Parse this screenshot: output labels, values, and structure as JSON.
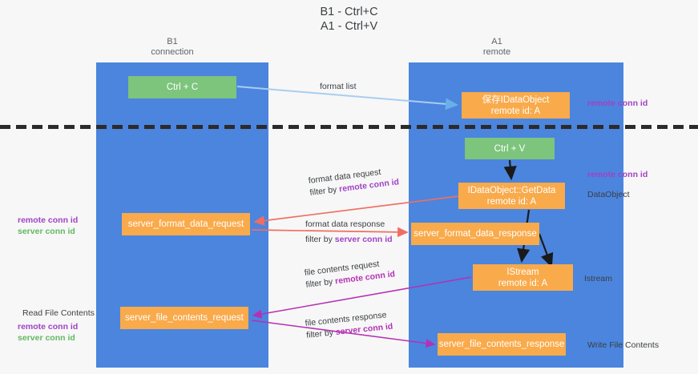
{
  "title": {
    "line1": "B1 - Ctrl+C",
    "line2": "A1 - Ctrl+V"
  },
  "columns": [
    {
      "name": "B1",
      "subtitle": "connection"
    },
    {
      "name": "A1",
      "subtitle": "remote"
    }
  ],
  "colors": {
    "lane": "#4b85de",
    "node_orange": "#f9aa4b",
    "node_green": "#7dc47d",
    "remote_conn_id": "#a142c4",
    "server_conn_id": "#63b863",
    "arrow_blue": "#a9cdf0",
    "arrow_red": "#ef6e62",
    "arrow_magenta": "#b530b5",
    "arrow_black": "#1a1a1a",
    "divider": "#2b2b2b",
    "background": "#f7f7f7"
  },
  "nodes": {
    "ctrl_c": {
      "label": "Ctrl + C"
    },
    "save_idataobject": {
      "line1": "保存IDataObject",
      "line2": "remote id: A"
    },
    "ctrl_v": {
      "label": "Ctrl + V"
    },
    "getdata": {
      "line1": "IDataObject::GetData",
      "line2": "remote id: A"
    },
    "server_format_data_response": {
      "label": "server_format_data_response"
    },
    "istream": {
      "line1": "IStream",
      "line2": "remote id: A"
    },
    "server_file_contents_response": {
      "label": "server_file_contents_response"
    },
    "server_format_data_request": {
      "label": "server_format_data_request"
    },
    "server_file_contents_request": {
      "label": "server_file_contents_request"
    }
  },
  "edge_labels": {
    "format_list": "format list",
    "format_data_request": {
      "line1": "format data request",
      "line2_prefix": "filter by ",
      "line2_key": "remote conn id"
    },
    "format_data_response": {
      "line1": "format data response",
      "line2_prefix": "filter by ",
      "line2_key": "server conn id"
    },
    "file_contents_request": {
      "line1": "file contents request",
      "line2_prefix": "filter by ",
      "line2_key": "remote conn id"
    },
    "file_contents_response": {
      "line1": "file contents response",
      "line2_prefix": "filter by ",
      "line2_key": "server conn id"
    }
  },
  "side_labels": {
    "right_remote_conn_id_top": "remote conn id",
    "right_remote_conn_id_mid": "remote conn id",
    "right_dataobject": "DataObject",
    "right_istream": "Istream",
    "right_write_file_contents": "Write File Contents",
    "left_remote_conn_id_1": "remote conn id",
    "left_server_conn_id_1": "server conn id",
    "left_read_file_contents": "Read File Contents",
    "left_remote_conn_id_2": "remote conn id",
    "left_server_conn_id_2": "server conn id"
  }
}
